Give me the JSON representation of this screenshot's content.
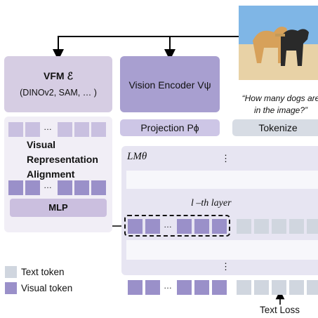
{
  "vfm": {
    "title": "VFM ℰ",
    "subtitle": "(DINOv2, SAM, … )"
  },
  "alignment": {
    "line1": "Visual",
    "line2": "Representation",
    "line3": "Alignment"
  },
  "mlp": {
    "label": "MLP"
  },
  "encoder": {
    "label": "Vision Encoder Vψ"
  },
  "projection": {
    "label": "Projection Pϕ"
  },
  "tokenize": {
    "label": "Tokenize"
  },
  "question": {
    "text": "“How many dogs are in the image?”"
  },
  "lm": {
    "label": "LMθ",
    "layer_label": "l –th layer",
    "ellipsis": "⋮"
  },
  "tokens": {
    "ellipsis": "…"
  },
  "legend": {
    "text_token": "Text token",
    "visual_token": "Visual token"
  },
  "loss": {
    "label": "Text Loss"
  },
  "colors": {
    "visual_token": "#9a90c9",
    "visual_token_light": "#c9c0e0",
    "text_token": "#d0d6df",
    "encoder": "#a89fd0",
    "vfm": "#d6cde3"
  }
}
